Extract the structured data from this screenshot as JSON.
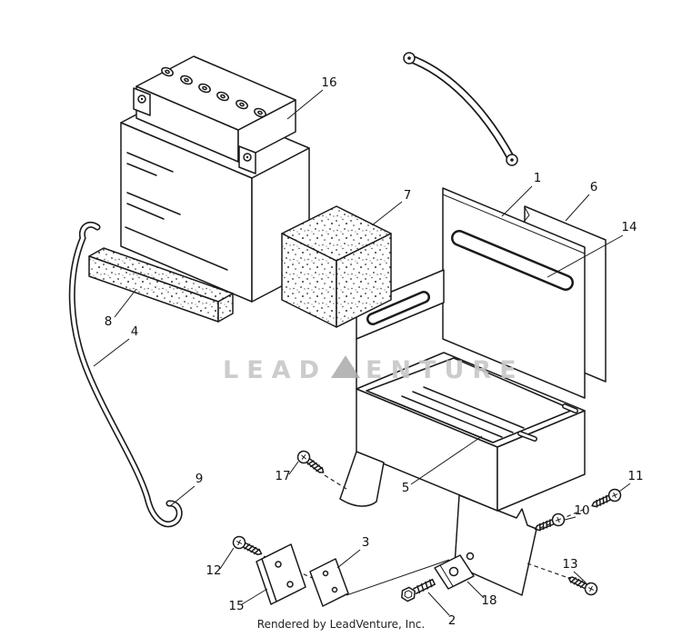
{
  "diagram": {
    "watermark": {
      "left": "LEAD",
      "right": "ENTURE"
    },
    "footer": "Rendered by LeadVenture, Inc.",
    "callouts": [
      {
        "label": "1"
      },
      {
        "label": "2"
      },
      {
        "label": "3"
      },
      {
        "label": "4"
      },
      {
        "label": "5"
      },
      {
        "label": "6"
      },
      {
        "label": "7"
      },
      {
        "label": "8"
      },
      {
        "label": "9"
      },
      {
        "label": "10"
      },
      {
        "label": "11"
      },
      {
        "label": "12"
      },
      {
        "label": "13"
      },
      {
        "label": "14"
      },
      {
        "label": "15"
      },
      {
        "label": "16"
      },
      {
        "label": "17"
      },
      {
        "label": "18"
      }
    ]
  }
}
